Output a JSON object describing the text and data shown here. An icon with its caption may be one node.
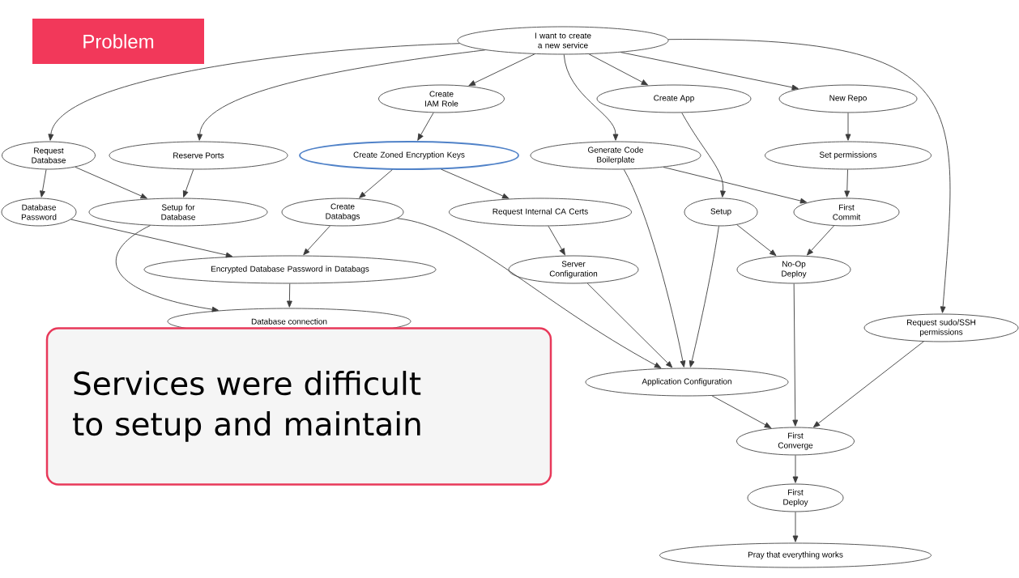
{
  "diagram": {
    "title": "Problem",
    "nodes": [
      {
        "text": [
          "I want to create a new service"
        ]
      },
      {
        "text": [
          "Create IAM Role"
        ]
      },
      {
        "text": [
          "Create App"
        ]
      },
      {
        "text": [
          "New Repo"
        ]
      },
      {
        "text": [
          "Request Database"
        ]
      },
      {
        "text": [
          "Reserve Ports"
        ]
      },
      {
        "text": [
          "Create Zoned Encryption Keys"
        ]
      },
      {
        "text": [
          "Generate Code Boilerplate"
        ]
      },
      {
        "text": [
          "Set permissions"
        ]
      },
      {
        "text": [
          "Database Password"
        ]
      },
      {
        "text": [
          "Setup for Database"
        ]
      },
      {
        "text": [
          "Create Databags"
        ]
      },
      {
        "text": [
          "Request Internal CA Certs"
        ]
      },
      {
        "text": [
          "Setup"
        ]
      },
      {
        "text": [
          "First Commit"
        ]
      },
      {
        "text": [
          "Encrypted Database Password in Databags"
        ]
      },
      {
        "text": [
          "Server Configuration"
        ]
      },
      {
        "text": [
          "No-Op Deploy"
        ]
      },
      {
        "text": [
          "Database connection"
        ]
      },
      {
        "text": [
          "Request sudo/SSH permissions"
        ]
      },
      {
        "text": [
          "Application Configuration"
        ]
      },
      {
        "text": [
          "First Converge"
        ]
      },
      {
        "text": [
          "First Deploy"
        ]
      },
      {
        "text": [
          "Pray that everything works"
        ]
      },
      {
        "text": [
          "Services were difficult to setup and maintain"
        ]
      }
    ],
    "edges": [
      {
        "from": 0,
        "to": 4,
        "arrow": "to"
      },
      {
        "from": 0,
        "to": 5,
        "arrow": "to"
      },
      {
        "from": 0,
        "to": 1,
        "arrow": "to"
      },
      {
        "from": 0,
        "to": 7,
        "arrow": "to"
      },
      {
        "from": 0,
        "to": 2,
        "arrow": "to"
      },
      {
        "from": 0,
        "to": 3,
        "arrow": "to"
      },
      {
        "from": 0,
        "to": 19,
        "arrow": "to"
      },
      {
        "from": 1,
        "to": 6,
        "arrow": "to"
      },
      {
        "from": 2,
        "to": 13,
        "arrow": "to"
      },
      {
        "from": 3,
        "to": 8,
        "arrow": "to"
      },
      {
        "from": 4,
        "to": 9,
        "arrow": "to"
      },
      {
        "from": 4,
        "to": 10,
        "arrow": "to"
      },
      {
        "from": 5,
        "to": 10,
        "arrow": "to"
      },
      {
        "from": 6,
        "to": 11,
        "arrow": "to"
      },
      {
        "from": 6,
        "to": 12,
        "arrow": "to"
      },
      {
        "from": 7,
        "to": 20,
        "arrow": "to"
      },
      {
        "from": 7,
        "to": 14,
        "arrow": "to"
      },
      {
        "from": 8,
        "to": 14,
        "arrow": "to"
      },
      {
        "from": 9,
        "to": 15,
        "arrow": "to"
      },
      {
        "from": 10,
        "to": 18,
        "arrow": "to"
      },
      {
        "from": 11,
        "to": 15,
        "arrow": "to"
      },
      {
        "from": 11,
        "to": 20,
        "arrow": "to"
      },
      {
        "from": 12,
        "to": 16,
        "arrow": "to"
      },
      {
        "from": 13,
        "to": 17,
        "arrow": "to"
      },
      {
        "from": 13,
        "to": 20,
        "arrow": "to"
      },
      {
        "from": 14,
        "to": 17,
        "arrow": "to"
      },
      {
        "from": 15,
        "to": 18,
        "arrow": "to"
      },
      {
        "from": 16,
        "to": 20,
        "arrow": "to"
      },
      {
        "from": 17,
        "to": 21,
        "arrow": "to"
      },
      {
        "from": 20,
        "to": 21,
        "arrow": "to"
      },
      {
        "from": 19,
        "to": 21,
        "arrow": "to"
      },
      {
        "from": 21,
        "to": 22,
        "arrow": "to"
      },
      {
        "from": 22,
        "to": 23,
        "arrow": "to"
      }
    ]
  }
}
